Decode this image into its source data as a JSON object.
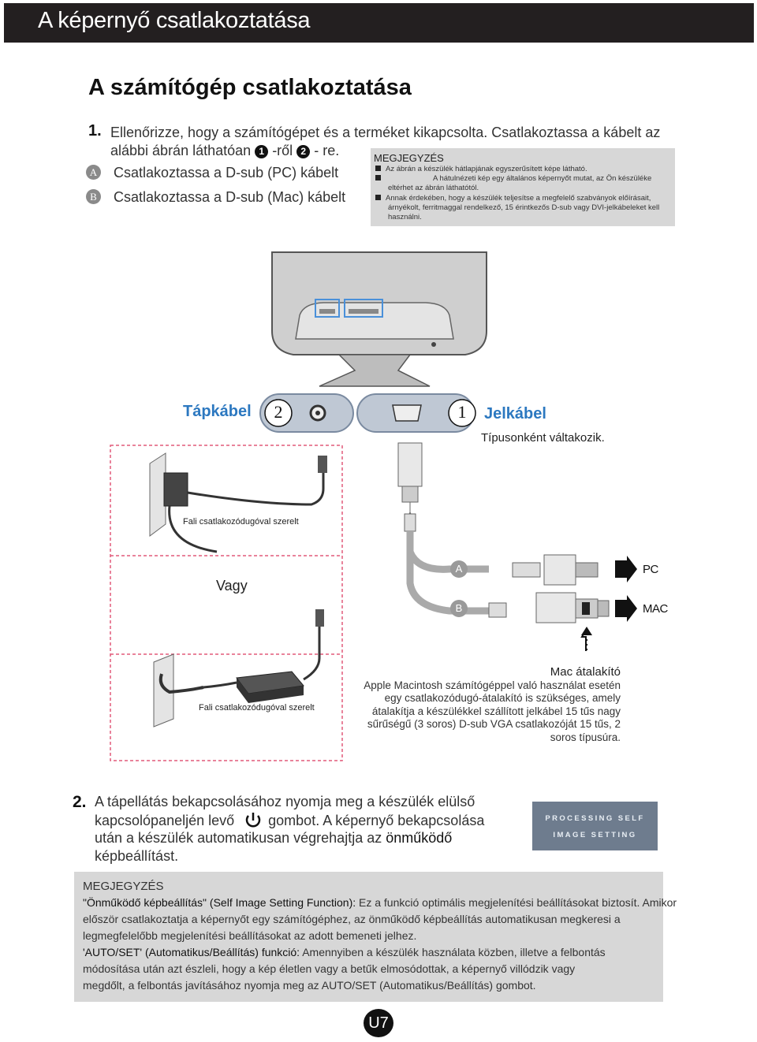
{
  "header": {
    "title": "A képernyő csatlakoztatása"
  },
  "section_title": "A számítógép csatlakoztatása",
  "step1": {
    "number": "1.",
    "line1": "Ellenőrizze, hogy a számítógépet és a terméket kikapcsolta. Csatlakoztassa a kábelt az",
    "line2_a": "alábbi ábrán láthatóan",
    "circ1": "1",
    "line2_b": "-ről",
    "circ2": "2",
    "line2_c": "- re."
  },
  "options": [
    {
      "badge": "A",
      "text": "Csatlakoztassa a D-sub (PC) kábelt"
    },
    {
      "badge": "B",
      "text": "Csatlakoztassa a D-sub (Mac) kábelt"
    }
  ],
  "note1": {
    "heading": "MEGJEGYZÉS",
    "item1": "Az ábrán a készülék hátlapjának egyszerűsített képe látható.",
    "item2a": "A hátulnézeti kép egy általános képernyőt mutat, az Ön készüléke",
    "item2b": "eltérhet az ábrán láthatótól.",
    "item3a": "Annak érdekében, hogy a készülék teljesítse a megfelelő szabványok előírásait,",
    "item3b": "árnyékolt, ferritmaggal rendelkező, 15 érintkezős D-sub vagy DVI-jelkábeleket kell",
    "item3c": "használni."
  },
  "diagram": {
    "power_label": "Tápkábel",
    "power_num": "2",
    "signal_num": "1",
    "signal_label": "Jelkábel",
    "varies": "Típusonként váltakozik.",
    "wall_mount_1": "Fali csatlakozódugóval  szerelt",
    "or": "Vagy",
    "wall_mount_2": "Fali csatlakozódugóval  szerelt",
    "badge_a": "A",
    "badge_b": "B",
    "pc": "PC",
    "mac": "MAC"
  },
  "mac_adapter": {
    "title": "Mac átalakító",
    "l1": "Apple Macintosh számítógéppel való használat esetén",
    "l2": "egy csatlakozódugó-átalakító is szükséges, amely",
    "l3": "átalakítja a készülékkel szállított jelkábel 15 tűs nagy",
    "l4": "sűrűségű (3 soros) D-sub VGA csatlakozóját 15 tűs, 2",
    "l5": "soros típusúra."
  },
  "step2": {
    "number": "2.",
    "l1": "A tápellátás bekapcsolásához nyomja meg a készülék elülső",
    "l2a": "kapcsolópaneljén levő",
    "l2b": "gombot. A képernyő bekapcsolása",
    "l3a": "után a készülék automatikusan végrehajtja az",
    "l3b": "önműködő",
    "l4": "képbeállítást."
  },
  "processing": {
    "line1": "PROCESSING SELF",
    "line2": "IMAGE SETTING"
  },
  "note2": {
    "heading": "MEGJEGYZÉS",
    "p1_bold": "\"Önműködő képbeállítás\" (Self Image Setting Function):",
    "p1_l1": " Ez a funkció optimális megjelenítési beállításokat biztosít. Amikor",
    "p1_l2": "először csatlakoztatja a képernyőt egy számítógéphez, az önműködő képbeállítás automatikusan megkeresi a",
    "p1_l3": "legmegfelelőbb megjelenítési beállításokat az adott bemeneti jelhez.",
    "p2_bold": "'AUTO/SET' (Automatikus/Beállítás) funkció:",
    "p2_l1": " Amennyiben a készülék használata közben, illetve a felbontás",
    "p2_l2": "módosítása után azt észleli, hogy a kép életlen vagy a betűk elmosódottak, a képernyő villódzik vagy",
    "p2_l3": "megdőlt, a felbontás javításához nyomja meg az AUTO/SET (Automatikus/Beállítás) gombot."
  },
  "page_number": "U7",
  "colors": {
    "header_bg": "#231f20",
    "accent_blue": "#2c78c0",
    "note_bg": "#d7d7d7",
    "osd_bg": "#6e7c8e"
  }
}
